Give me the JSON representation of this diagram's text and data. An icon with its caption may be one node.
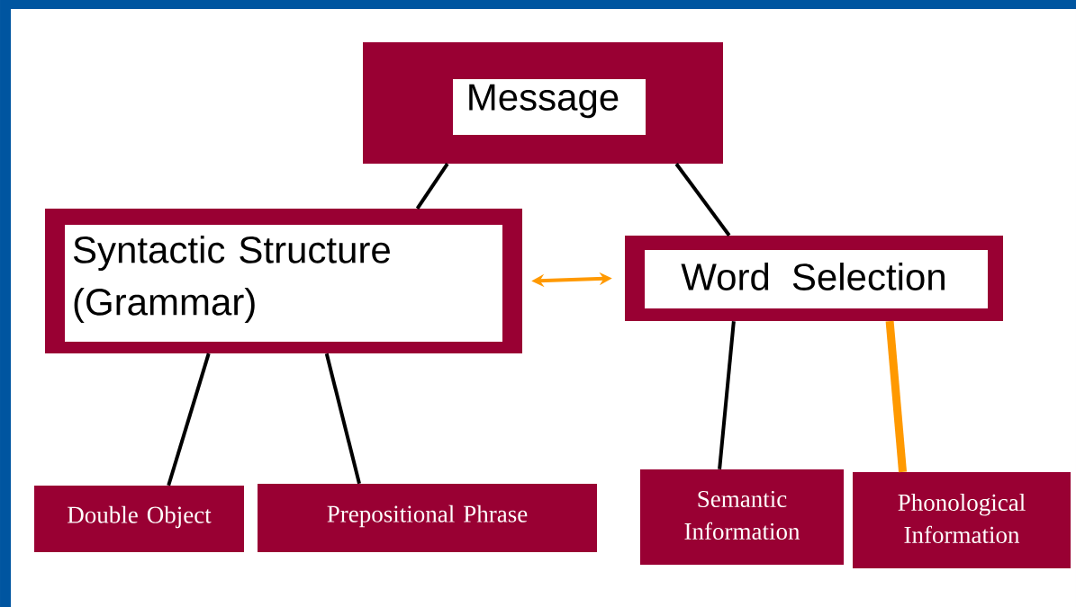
{
  "diagram": {
    "nodes": [
      {
        "text": [
          "Message"
        ]
      },
      {
        "text": [
          "Syntactic Structure (Grammar)"
        ]
      },
      {
        "text": [
          "Word Selection"
        ]
      },
      {
        "text": [
          "Double Object"
        ]
      },
      {
        "text": [
          "Prepositional Phrase"
        ]
      },
      {
        "text": [
          "Semantic Information"
        ]
      },
      {
        "text": [
          "Phonological Information"
        ]
      }
    ],
    "edges": [
      {
        "from": 0,
        "to": 1,
        "arrow": "none"
      },
      {
        "from": 0,
        "to": 2,
        "arrow": "none"
      },
      {
        "from": 1,
        "to": 2,
        "arrow": "both",
        "color": "#ff9900"
      },
      {
        "from": 1,
        "to": 3,
        "arrow": "none"
      },
      {
        "from": 1,
        "to": 4,
        "arrow": "none"
      },
      {
        "from": 2,
        "to": 5,
        "arrow": "none"
      },
      {
        "from": 2,
        "to": 6,
        "arrow": "none",
        "style": "thick",
        "color": "#ff9900"
      }
    ]
  }
}
